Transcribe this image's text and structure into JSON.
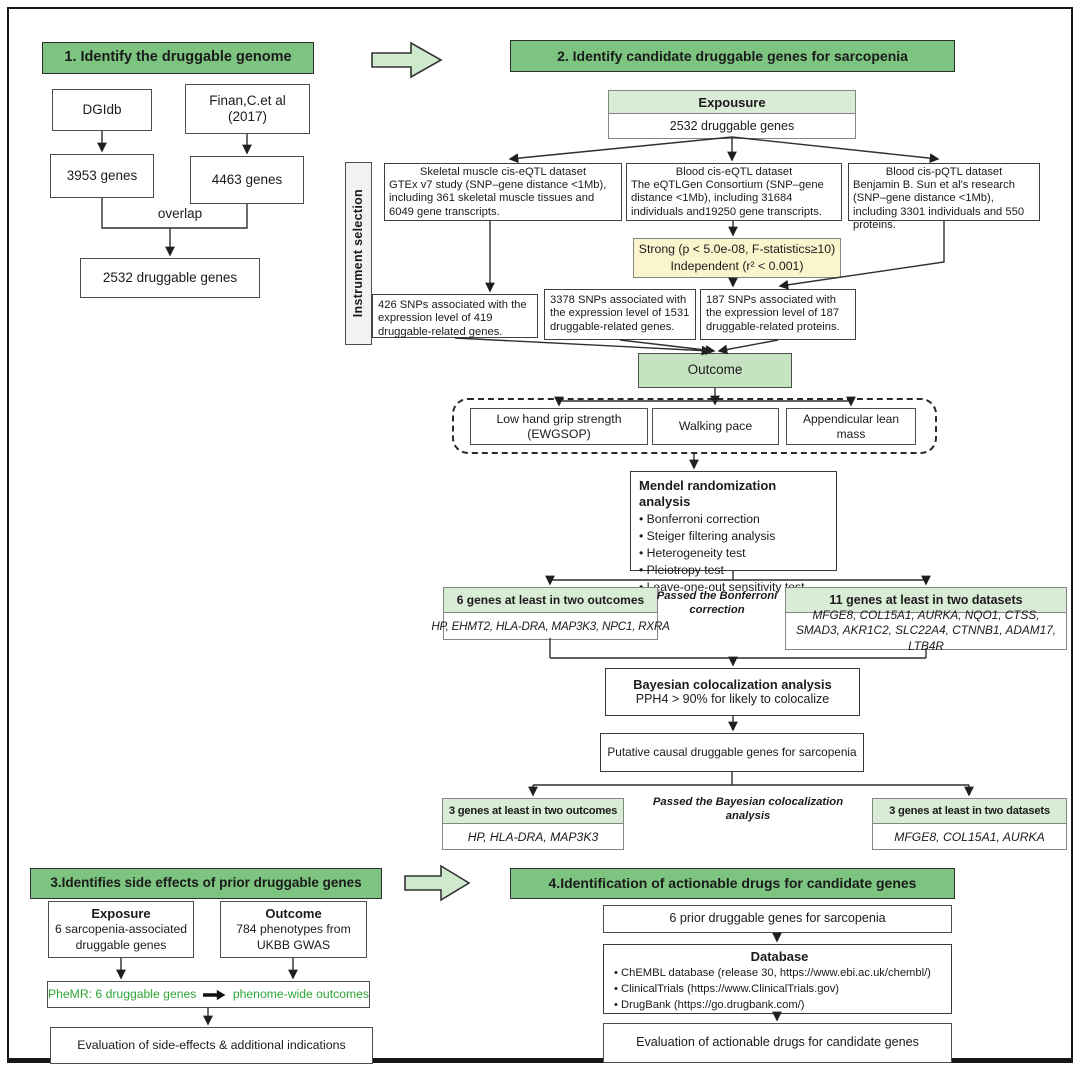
{
  "section1": {
    "title": "1. Identify the druggable genome",
    "dgidb": "DGIdb",
    "finan_line1": "Finan,C.et al",
    "finan_line2": "(2017)",
    "genes_a": "3953 genes",
    "genes_b": "4463 genes",
    "overlap_label": "overlap",
    "result": "2532 druggable genes"
  },
  "section2": {
    "title": "2. Identify candidate druggable genes for sarcopenia",
    "exposure": {
      "header": "Expousure",
      "body": "2532 druggable genes"
    },
    "instrument_label": "Instrument selection",
    "datasets": [
      {
        "title": "Skeletal muscle cis-eQTL dataset",
        "body": "GTEx v7 study  (SNP–gene distance <1Mb), including 361 skeletal muscle tissues and 6049 gene transcripts."
      },
      {
        "title": "Blood cis-eQTL dataset",
        "body": "The eQTLGen Consortium (SNP–gene distance <1Mb), including 31684 individuals and19250 gene transcripts."
      },
      {
        "title": "Blood cis-pQTL dataset",
        "body": "Benjamin B. Sun et al's research (SNP–gene distance <1Mb), including 3301 individuals and 550 proteins."
      }
    ],
    "filter": {
      "line1": "Strong (p < 5.0e-08, F-statistics≥10)",
      "line2": "Independent (r² < 0.001)"
    },
    "snp_results": [
      "426 SNPs associated with the expression level of 419 druggable-related genes.",
      "3378 SNPs associated with the expression level of  1531 druggable-related genes.",
      "187 SNPs associated with the expression level of  187 druggable-related proteins."
    ],
    "outcome_label": "Outcome",
    "outcomes": [
      "Low hand grip strength (EWGSOP)",
      "Walking pace",
      "Appendicular lean mass"
    ],
    "mr": {
      "title": "Mendel randomization analysis",
      "items": [
        "Bonferroni correction",
        "Steiger filtering analysis",
        "Heterogeneity test",
        "Pleiotropy test",
        "Leave-one-out sensitivity test"
      ]
    },
    "bonferroni_note": "Passed the Bonferroni correction",
    "genes6": {
      "header": "6 genes at least in two outcomes",
      "genes": "HP, EHMT2, HLA-DRA, MAP3K3, NPC1, RXRA"
    },
    "genes11": {
      "header": "11 genes at least in two datasets",
      "genes": "MFGE8, COL15A1, AURKA, NQO1, CTSS, SMAD3, AKR1C2, SLC22A4, CTNNB1, ADAM17, LTB4R"
    },
    "bayes": {
      "title": "Bayesian colocalization analysis",
      "body": "PPH4 > 90% for likely to colocalize"
    },
    "putative": "Putative causal druggable genes for sarcopenia",
    "bayes_note": "Passed the Bayesian colocalization analysis",
    "genes3_outcomes": {
      "header": "3 genes at least in two outcomes",
      "genes": "HP, HLA-DRA, MAP3K3"
    },
    "genes3_datasets": {
      "header": "3 genes at least in two datasets",
      "genes": "MFGE8, COL15A1, AURKA"
    }
  },
  "section3": {
    "title": "3.Identifies side effects of prior druggable genes",
    "exposure": {
      "header": "Exposure",
      "body": "6 sarcopenia-associated druggable genes"
    },
    "outcome": {
      "header": "Outcome",
      "body": "784 phenotypes from UKBB GWAS"
    },
    "phemr": {
      "left": "PheMR: 6 druggable genes",
      "right": "phenome-wide outcomes"
    },
    "evaluation": "Evaluation of side-effects & additional indications"
  },
  "section4": {
    "title": "4.Identification of actionable drugs for candidate genes",
    "input": "6 prior druggable genes for sarcopenia",
    "database": {
      "title": "Database",
      "items": [
        "ChEMBL database (release 30, https://www.ebi.ac.uk/chembl/)",
        "ClinicalTrials (https://www.ClinicalTrials.gov)",
        "DrugBank (https://go.drugbank.com/)"
      ]
    },
    "evaluation": "Evaluation of actionable drugs for candidate genes"
  },
  "colors": {
    "section_header_green": "#7cc47f",
    "light_green_header": "#d9ecd5",
    "outcome_green": "#c5e3c0",
    "highlight_yellow": "#fbf5cd",
    "phemr_text_green": "#2ea636",
    "block_arrow_fill": "#cfe9cd"
  },
  "icons": {
    "flow_arrow": "block-arrow-right",
    "phemr_arrow": "heavy-arrow-right"
  }
}
